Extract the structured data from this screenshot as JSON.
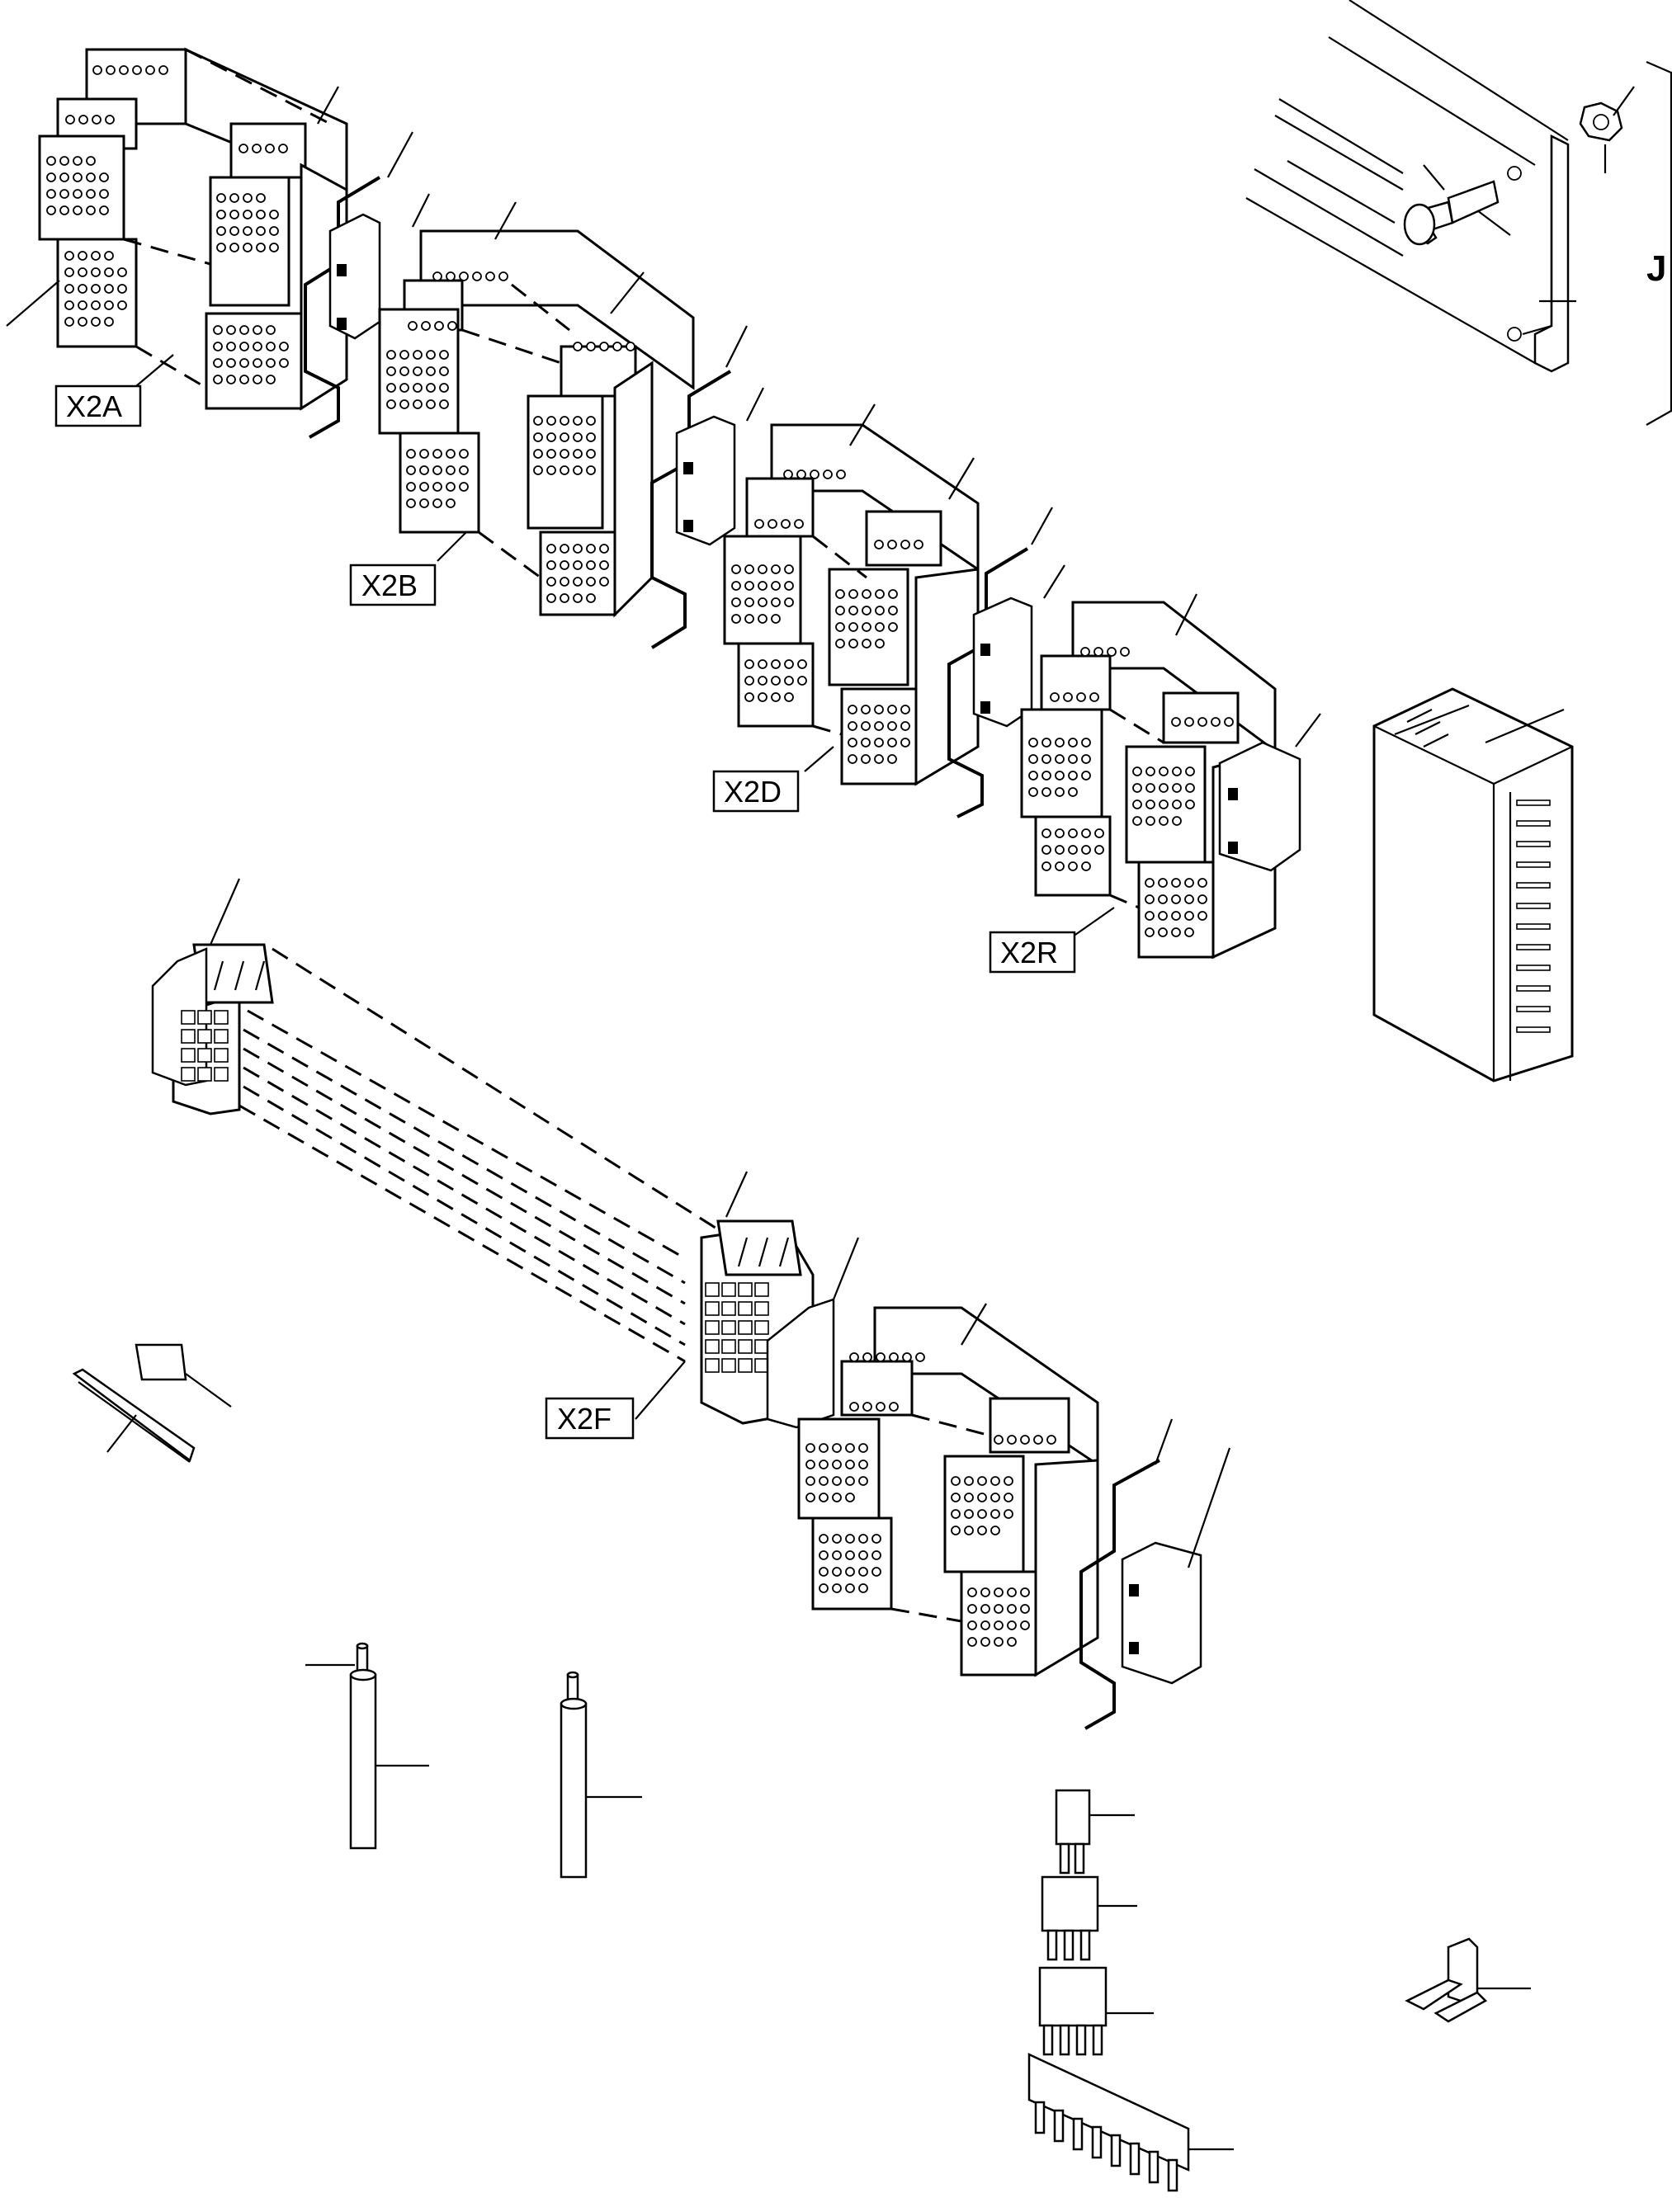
{
  "labels": {
    "x2a": "X2A",
    "x2b": "X2B",
    "x2d": "X2D",
    "x2r": "X2R",
    "x2f": "X2F",
    "j": "J"
  },
  "colors": {
    "ink": "#000000",
    "paper": "#ffffff"
  },
  "icons": [
    "terminal-block",
    "end-bracket",
    "bolt",
    "nut",
    "din-rail",
    "wire-duct",
    "jumper-bridge",
    "wire",
    "marker-strip",
    "angle-bracket"
  ]
}
